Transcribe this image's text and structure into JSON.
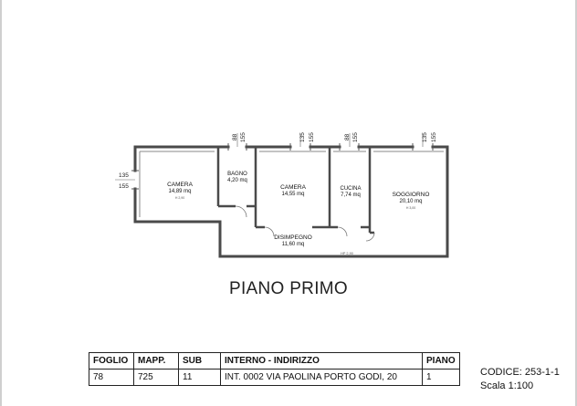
{
  "plan": {
    "rooms": [
      {
        "id": "camera1",
        "name": "CAMERA",
        "area": "14,89 mq",
        "height": "H 2,90"
      },
      {
        "id": "bagno",
        "name": "BAGNO",
        "area": "4,20 mq"
      },
      {
        "id": "camera2",
        "name": "CAMERA",
        "area": "14,55 mq"
      },
      {
        "id": "cucina",
        "name": "CUCINA",
        "area": "7,74 mq"
      },
      {
        "id": "soggiorno",
        "name": "SOGGIORNO",
        "area": "20,10 mq",
        "height": "H 3,00"
      },
      {
        "id": "disimpegno",
        "name": "DISIMPEGNO",
        "area": "11,60 mq"
      }
    ],
    "dimensions": {
      "left_135": "135",
      "left_155": "155",
      "top_88_a": "88",
      "top_155_a": "155",
      "top_135_b": "135",
      "top_155_b": "155",
      "top_88_c": "88",
      "top_155_c": "155",
      "top_135_d": "135",
      "top_155_d": "155"
    },
    "hp_label": "HP 2,90"
  },
  "floor_title": "PIANO PRIMO",
  "table": {
    "headers": [
      "FOGLIO",
      "MAPP.",
      "SUB",
      "INTERNO - INDIRIZZO",
      "PIANO"
    ],
    "values": [
      "78",
      "725",
      "11",
      "INT. 0002 VIA PAOLINA PORTO GODI, 20",
      "1"
    ]
  },
  "codes": {
    "codice": "CODICE: 253-1-1",
    "scala": "Scala 1:100"
  }
}
